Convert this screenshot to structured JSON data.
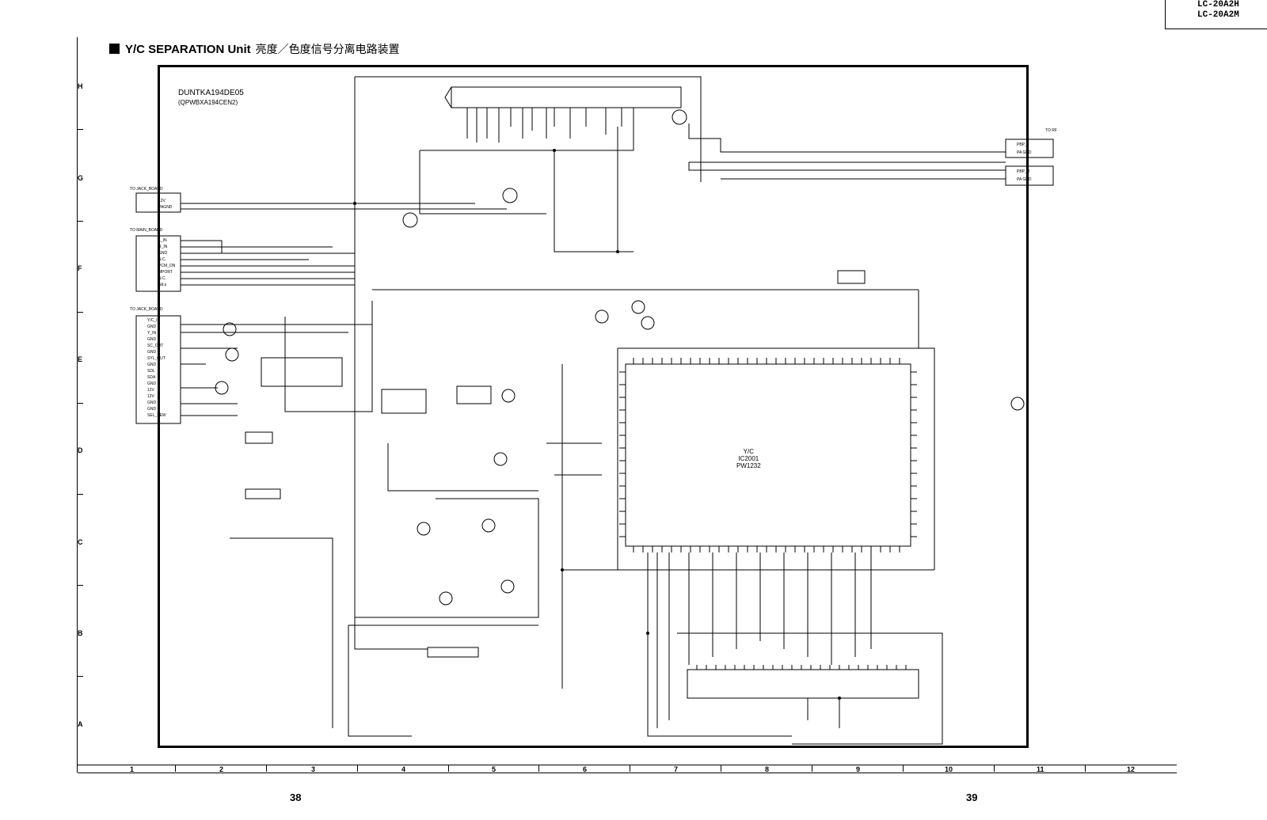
{
  "header": {
    "models": [
      "LC-20A2H",
      "LC-20A2M"
    ]
  },
  "title": {
    "main": "Y/C SEPARATION Unit",
    "chinese": "亮度／色度信号分离电路装置"
  },
  "board_code": {
    "line1": "DUNTKA194DE05",
    "line2": "(QPWBXA194CEN2)"
  },
  "main_ic": {
    "label1": "Y/C",
    "label2": "IC2001",
    "label3": "PW1232"
  },
  "row_labels": [
    "H",
    "G",
    "F",
    "E",
    "D",
    "C",
    "B",
    "A"
  ],
  "column_labels": [
    "1",
    "2",
    "3",
    "4",
    "5",
    "6",
    "7",
    "8",
    "9",
    "10",
    "11",
    "12"
  ],
  "pages": {
    "left": "38",
    "right": "39"
  },
  "connectors": {
    "to_jack_board_1": "TO JACK_BOARD",
    "to_jack_board_2": "TO MAIN_BOARD",
    "to_jack_board_3": "TO JACK_BOARD",
    "to_rf": "TO RF",
    "p1_pins": [
      "12V",
      "PAGND"
    ],
    "p2_pins": [
      "L_IN",
      "R_IN",
      "GND",
      "N.C.",
      "PCM_ON",
      "MPORT",
      "N.C.",
      "Nd.s"
    ],
    "p3_pins": [
      "Y/C_IN",
      "GND",
      "Y_IN",
      "GND",
      "SC_OUT",
      "GND",
      "SYL_OUT",
      "GND",
      "SDL",
      "SDA",
      "GND",
      "12V",
      "12V",
      "GND",
      "GND",
      "SEL_SEW"
    ],
    "rf_pins": [
      "PBP_L",
      "PA GND",
      "PBP_R",
      "PA GND"
    ]
  }
}
